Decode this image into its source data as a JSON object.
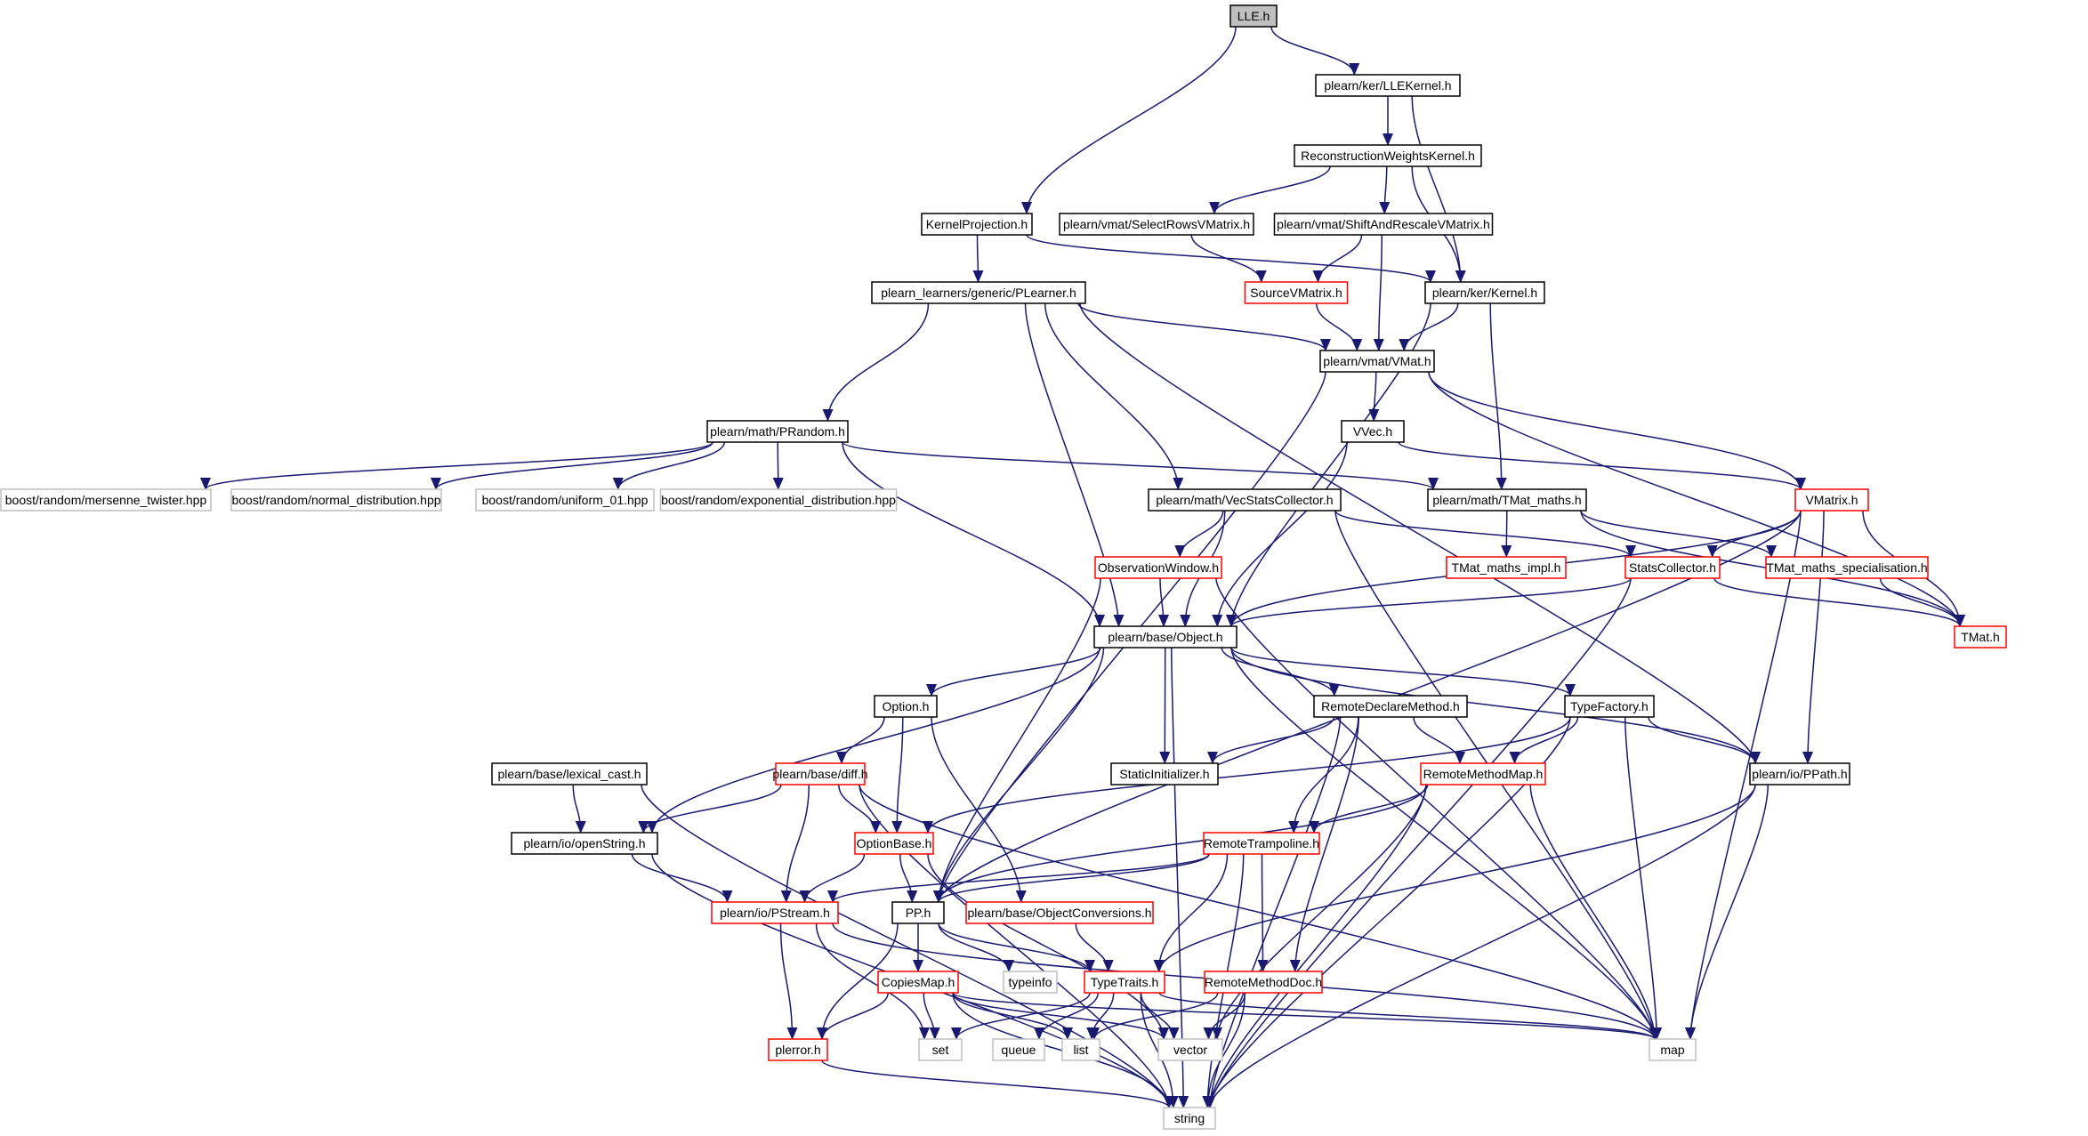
{
  "colors": {
    "edge": "#191970",
    "black": "#000000",
    "red": "#ff0000",
    "gray": "#bfbfbf",
    "root_fill": "#bfbfbf"
  },
  "nodes": [
    {
      "id": "lle",
      "label": "LLE.h",
      "style": "root"
    },
    {
      "id": "llekernel",
      "label": "plearn/ker/LLEKernel.h",
      "style": "black"
    },
    {
      "id": "recon",
      "label": "ReconstructionWeightsKernel.h",
      "style": "black"
    },
    {
      "id": "kproj",
      "label": "KernelProjection.h",
      "style": "black"
    },
    {
      "id": "selrows",
      "label": "plearn/vmat/SelectRowsVMatrix.h",
      "style": "black"
    },
    {
      "id": "shiftres",
      "label": "plearn/vmat/ShiftAndRescaleVMatrix.h",
      "style": "black"
    },
    {
      "id": "plearner",
      "label": "plearn_learners/generic/PLearner.h",
      "style": "black"
    },
    {
      "id": "sourcevm",
      "label": "SourceVMatrix.h",
      "style": "red"
    },
    {
      "id": "kernel",
      "label": "plearn/ker/Kernel.h",
      "style": "black"
    },
    {
      "id": "vmat",
      "label": "plearn/vmat/VMat.h",
      "style": "black"
    },
    {
      "id": "prandom",
      "label": "plearn/math/PRandom.h",
      "style": "black"
    },
    {
      "id": "vvec",
      "label": "VVec.h",
      "style": "black"
    },
    {
      "id": "mersenne",
      "label": "boost/random/mersenne_twister.hpp",
      "style": "gray"
    },
    {
      "id": "normald",
      "label": "boost/random/normal_distribution.hpp",
      "style": "gray"
    },
    {
      "id": "uniform",
      "label": "boost/random/uniform_01.hpp",
      "style": "gray"
    },
    {
      "id": "expd",
      "label": "boost/random/exponential_distribution.hpp",
      "style": "gray"
    },
    {
      "id": "vecstats",
      "label": "plearn/math/VecStatsCollector.h",
      "style": "black"
    },
    {
      "id": "tmatmaths",
      "label": "plearn/math/TMat_maths.h",
      "style": "black"
    },
    {
      "id": "vmatrix",
      "label": "VMatrix.h",
      "style": "red"
    },
    {
      "id": "obswin",
      "label": "ObservationWindow.h",
      "style": "red"
    },
    {
      "id": "tmatimpl",
      "label": "TMat_maths_impl.h",
      "style": "red"
    },
    {
      "id": "statscol",
      "label": "StatsCollector.h",
      "style": "red"
    },
    {
      "id": "tmatspec",
      "label": "TMat_maths_specialisation.h",
      "style": "red"
    },
    {
      "id": "tmat",
      "label": "TMat.h",
      "style": "red"
    },
    {
      "id": "object",
      "label": "plearn/base/Object.h",
      "style": "black"
    },
    {
      "id": "option",
      "label": "Option.h",
      "style": "black"
    },
    {
      "id": "remdecl",
      "label": "RemoteDeclareMethod.h",
      "style": "black"
    },
    {
      "id": "typefac",
      "label": "TypeFactory.h",
      "style": "black"
    },
    {
      "id": "lexcast",
      "label": "plearn/base/lexical_cast.h",
      "style": "black"
    },
    {
      "id": "diff",
      "label": "plearn/base/diff.h",
      "style": "red"
    },
    {
      "id": "staticinit",
      "label": "StaticInitializer.h",
      "style": "black"
    },
    {
      "id": "remmap",
      "label": "RemoteMethodMap.h",
      "style": "red"
    },
    {
      "id": "ppath",
      "label": "plearn/io/PPath.h",
      "style": "black"
    },
    {
      "id": "openstr",
      "label": "plearn/io/openString.h",
      "style": "black"
    },
    {
      "id": "optbase",
      "label": "OptionBase.h",
      "style": "red"
    },
    {
      "id": "remtramp",
      "label": "RemoteTrampoline.h",
      "style": "red"
    },
    {
      "id": "pstream",
      "label": "plearn/io/PStream.h",
      "style": "red"
    },
    {
      "id": "pp",
      "label": "PP.h",
      "style": "black"
    },
    {
      "id": "objconv",
      "label": "plearn/base/ObjectConversions.h",
      "style": "red"
    },
    {
      "id": "copiesmap",
      "label": "CopiesMap.h",
      "style": "red"
    },
    {
      "id": "typeinfo",
      "label": "typeinfo",
      "style": "gray"
    },
    {
      "id": "typetraits",
      "label": "TypeTraits.h",
      "style": "red"
    },
    {
      "id": "remdoc",
      "label": "RemoteMethodDoc.h",
      "style": "red"
    },
    {
      "id": "map",
      "label": "map",
      "style": "gray"
    },
    {
      "id": "perror",
      "label": "plerror.h",
      "style": "red"
    },
    {
      "id": "set",
      "label": "set",
      "style": "gray"
    },
    {
      "id": "queue",
      "label": "queue",
      "style": "gray"
    },
    {
      "id": "list",
      "label": "list",
      "style": "gray"
    },
    {
      "id": "vector",
      "label": "vector",
      "style": "gray"
    },
    {
      "id": "string",
      "label": "string",
      "style": "gray"
    }
  ],
  "edges": [
    [
      "lle",
      "kproj"
    ],
    [
      "lle",
      "llekernel"
    ],
    [
      "llekernel",
      "recon"
    ],
    [
      "llekernel",
      "kernel"
    ],
    [
      "recon",
      "selrows"
    ],
    [
      "recon",
      "shiftres"
    ],
    [
      "recon",
      "kernel"
    ],
    [
      "kproj",
      "plearner"
    ],
    [
      "kproj",
      "kernel"
    ],
    [
      "selrows",
      "sourcevm"
    ],
    [
      "shiftres",
      "sourcevm"
    ],
    [
      "shiftres",
      "vmat"
    ],
    [
      "sourcevm",
      "vmat"
    ],
    [
      "kernel",
      "vmat"
    ],
    [
      "kernel",
      "tmatmaths"
    ],
    [
      "kernel",
      "object"
    ],
    [
      "plearner",
      "vmat"
    ],
    [
      "plearner",
      "prandom"
    ],
    [
      "plearner",
      "object"
    ],
    [
      "plearner",
      "vecstats"
    ],
    [
      "plearner",
      "ppath"
    ],
    [
      "vmat",
      "vvec"
    ],
    [
      "vmat",
      "vmatrix"
    ],
    [
      "vmat",
      "tmat"
    ],
    [
      "vmat",
      "pp"
    ],
    [
      "vvec",
      "vmatrix"
    ],
    [
      "vvec",
      "object"
    ],
    [
      "prandom",
      "mersenne"
    ],
    [
      "prandom",
      "normald"
    ],
    [
      "prandom",
      "uniform"
    ],
    [
      "prandom",
      "expd"
    ],
    [
      "prandom",
      "tmatmaths"
    ],
    [
      "prandom",
      "object"
    ],
    [
      "vecstats",
      "obswin"
    ],
    [
      "vecstats",
      "object"
    ],
    [
      "vecstats",
      "statscol"
    ],
    [
      "vecstats",
      "map"
    ],
    [
      "tmatmaths",
      "tmatimpl"
    ],
    [
      "tmatmaths",
      "tmatspec"
    ],
    [
      "tmatmaths",
      "tmat"
    ],
    [
      "vmatrix",
      "statscol"
    ],
    [
      "vmatrix",
      "object"
    ],
    [
      "vmatrix",
      "tmat"
    ],
    [
      "vmatrix",
      "ppath"
    ],
    [
      "vmatrix",
      "pp"
    ],
    [
      "vmatrix",
      "map"
    ],
    [
      "obswin",
      "object"
    ],
    [
      "obswin",
      "pp"
    ],
    [
      "obswin",
      "map"
    ],
    [
      "statscol",
      "object"
    ],
    [
      "statscol",
      "tmat"
    ],
    [
      "statscol",
      "string"
    ],
    [
      "tmatspec",
      "tmat"
    ],
    [
      "object",
      "option"
    ],
    [
      "object",
      "remdecl"
    ],
    [
      "object",
      "typefac"
    ],
    [
      "object",
      "staticinit"
    ],
    [
      "object",
      "ppath"
    ],
    [
      "object",
      "openstr"
    ],
    [
      "object",
      "pp"
    ],
    [
      "object",
      "string"
    ],
    [
      "object",
      "map"
    ],
    [
      "option",
      "diff"
    ],
    [
      "option",
      "optbase"
    ],
    [
      "option",
      "objconv"
    ],
    [
      "remdecl",
      "staticinit"
    ],
    [
      "remdecl",
      "remmap"
    ],
    [
      "remdecl",
      "remtramp"
    ],
    [
      "remdecl",
      "remdoc"
    ],
    [
      "remdecl",
      "string"
    ],
    [
      "typefac",
      "remmap"
    ],
    [
      "typefac",
      "optbase"
    ],
    [
      "typefac",
      "ppath"
    ],
    [
      "typefac",
      "map"
    ],
    [
      "typefac",
      "string"
    ],
    [
      "lexcast",
      "openstr"
    ],
    [
      "lexcast",
      "string"
    ],
    [
      "diff",
      "openstr"
    ],
    [
      "diff",
      "optbase"
    ],
    [
      "diff",
      "pstream"
    ],
    [
      "diff",
      "map"
    ],
    [
      "diff",
      "string"
    ],
    [
      "remmap",
      "remtramp"
    ],
    [
      "remmap",
      "pp"
    ],
    [
      "remmap",
      "map"
    ],
    [
      "remmap",
      "vector"
    ],
    [
      "remmap",
      "string"
    ],
    [
      "ppath",
      "typetraits"
    ],
    [
      "ppath",
      "map"
    ],
    [
      "ppath",
      "string"
    ],
    [
      "openstr",
      "pstream"
    ],
    [
      "openstr",
      "string"
    ],
    [
      "optbase",
      "pstream"
    ],
    [
      "optbase",
      "pp"
    ],
    [
      "optbase",
      "vector"
    ],
    [
      "remtramp",
      "pstream"
    ],
    [
      "remtramp",
      "pp"
    ],
    [
      "remtramp",
      "typetraits"
    ],
    [
      "remtramp",
      "remdoc"
    ],
    [
      "remtramp",
      "string"
    ],
    [
      "pstream",
      "perror"
    ],
    [
      "pstream",
      "set"
    ],
    [
      "pstream",
      "map"
    ],
    [
      "pp",
      "copiesmap"
    ],
    [
      "pp",
      "typeinfo"
    ],
    [
      "pp",
      "typetraits"
    ],
    [
      "pp",
      "perror"
    ],
    [
      "objconv",
      "typetraits"
    ],
    [
      "copiesmap",
      "perror"
    ],
    [
      "copiesmap",
      "set"
    ],
    [
      "copiesmap",
      "list"
    ],
    [
      "copiesmap",
      "vector"
    ],
    [
      "copiesmap",
      "map"
    ],
    [
      "copiesmap",
      "string"
    ],
    [
      "typetraits",
      "set"
    ],
    [
      "typetraits",
      "queue"
    ],
    [
      "typetraits",
      "list"
    ],
    [
      "typetraits",
      "vector"
    ],
    [
      "typetraits",
      "map"
    ],
    [
      "typetraits",
      "string"
    ],
    [
      "remdoc",
      "list"
    ],
    [
      "remdoc",
      "vector"
    ],
    [
      "remdoc",
      "string"
    ],
    [
      "perror",
      "string"
    ]
  ]
}
